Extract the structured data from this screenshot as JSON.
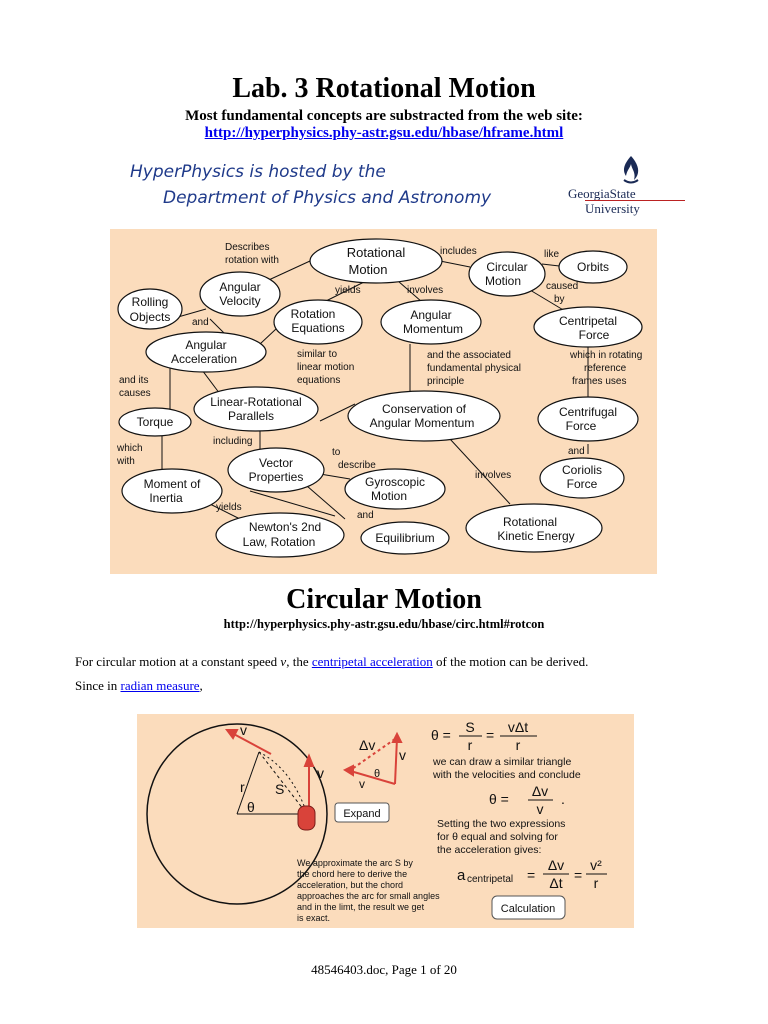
{
  "header": {
    "title": "Lab. 3 Rotational Motion",
    "subtitle": "Most fundamental concepts are substracted from the web site:",
    "url": "http://hyperphysics.phy-astr.gsu.edu/hbase/hframe.html"
  },
  "banner": {
    "line1": "HyperPhysics is hosted by the",
    "line2": "Department of Physics and Astronomy",
    "gsu_line1": "GeorgiaState",
    "gsu_line2": "University"
  },
  "concept_map": {
    "nodes": {
      "rotational_motion": [
        "Rotational",
        "Motion"
      ],
      "angular_velocity": [
        "Angular",
        "Velocity"
      ],
      "rolling_objects": [
        "Rolling",
        "Objects"
      ],
      "rotation_equations": [
        "Rotation",
        "Equations"
      ],
      "angular_momentum": [
        "Angular",
        "Momentum"
      ],
      "circular_motion": [
        "Circular",
        "Motion"
      ],
      "orbits": [
        "Orbits"
      ],
      "centripetal_force": [
        "Centripetal",
        "Force"
      ],
      "angular_acceleration": [
        "Angular",
        "Acceleration"
      ],
      "linear_rotational": [
        "Linear-Rotational",
        "Parallels"
      ],
      "conservation": [
        "Conservation of",
        "Angular Momentum"
      ],
      "centrifugal_force": [
        "Centrifugal",
        "Force"
      ],
      "torque": [
        "Torque"
      ],
      "vector_properties": [
        "Vector",
        "Properties"
      ],
      "moment_of_inertia": [
        "Moment of",
        "Inertia"
      ],
      "gyroscopic_motion": [
        "Gyroscopic",
        "Motion"
      ],
      "coriolis_force": [
        "Coriolis",
        "Force"
      ],
      "newtons_2nd": [
        "Newton's 2nd",
        "Law, Rotation"
      ],
      "equilibrium": [
        "Equilibrium"
      ],
      "rotational_ke": [
        "Rotational",
        "Kinetic Energy"
      ]
    },
    "labels": {
      "describes": [
        "Describes",
        "rotation with"
      ],
      "includes": "includes",
      "like": "like",
      "yields1": "yields",
      "involves1": "involves",
      "caused_by": [
        "caused",
        "by"
      ],
      "and1": "and",
      "similar_to": [
        "similar to",
        "linear motion",
        "equations"
      ],
      "and_assoc": [
        "and the associated",
        "fundamental physical",
        "principle"
      ],
      "which_in_rotating": [
        "which in rotating",
        "reference",
        "frames uses"
      ],
      "and_its_causes": [
        "and its",
        "causes"
      ],
      "including": "including",
      "which_with": [
        "which",
        "with"
      ],
      "to_describe": [
        "to",
        "describe"
      ],
      "involves2": "involves",
      "and2": "and",
      "yields2": "yields",
      "and3": "and"
    }
  },
  "section2": {
    "title": "Circular Motion",
    "url": "http://hyperphysics.phy-astr.gsu.edu/hbase/circ.html#rotcon",
    "para_pre": "For circular motion at a constant speed ",
    "para_var": "v",
    "para_mid": ", the ",
    "para_link": "centripetal acceleration",
    "para_post": " of the motion can be derived.",
    "line2_pre": "Since in ",
    "line2_link": "radian measure",
    "line2_post": ","
  },
  "circ_figure": {
    "v": "v",
    "r": "r",
    "S": "S",
    "theta": "θ",
    "dv": "Δv",
    "expand": "Expand",
    "calculation": "Calculation",
    "eq1_lhs": "θ =",
    "eq1_num": "S",
    "eq1_den": "r",
    "eq1_eq": "=",
    "eq1_num2": "vΔt",
    "eq1_den2": "r",
    "text1": [
      "we can draw a similar triangle",
      "with the velocities and conclude"
    ],
    "eq2_lhs": "θ =",
    "eq2_num": "Δv",
    "eq2_den": "v",
    "text2": [
      "Setting the two expressions",
      "for  θ  equal and solving for",
      "the acceleration gives:"
    ],
    "approx": [
      "We approximate the arc S by",
      "the chord here to derive the",
      "acceleration, but the chord",
      "approaches the arc for small angles",
      "and in the limt, the result we get",
      "is exact."
    ],
    "a_label": "a",
    "a_sub": "centripetal",
    "eq3_num": "Δv",
    "eq3_den": "Δt",
    "eq3_num2": "v²",
    "eq3_den2": "r"
  },
  "footer": "48546403.doc, Page 1 of 20"
}
